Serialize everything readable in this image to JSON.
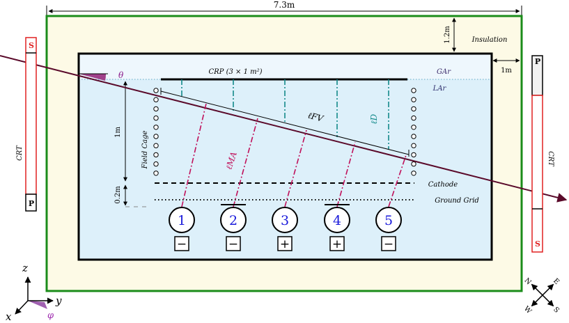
{
  "dimensions": {
    "total_width": "7.3m",
    "insulation_thickness": "1.2m",
    "side_gap": "1m",
    "drift_length": "1m",
    "grid_gap": "0.2m"
  },
  "labels": {
    "insulation": "Insulation",
    "crp": "CRP (3 × 1 m²)",
    "gar": "GAr",
    "lar": "LAr",
    "field_cage": "Field Cage",
    "cathode": "Cathode",
    "ground_grid": "Ground Grid",
    "crt_left": "CRT",
    "crt_right": "CRT",
    "theta": "θ",
    "l_fv": "ℓFV",
    "l_ma": "ℓMA",
    "l_d": "ℓD"
  },
  "crt": {
    "left_top": "S",
    "left_bottom": "P",
    "right_top": "P",
    "right_bottom": "S"
  },
  "pmts": [
    {
      "number": "1",
      "sign": "−"
    },
    {
      "number": "2",
      "sign": "−"
    },
    {
      "number": "3",
      "sign": "+"
    },
    {
      "number": "4",
      "sign": "+"
    },
    {
      "number": "5",
      "sign": "−"
    }
  ],
  "axes": {
    "z": "z",
    "y": "y",
    "x": "x",
    "phi": "φ"
  },
  "compass": {
    "e": "E",
    "s": "S",
    "n": "N",
    "w": "W"
  },
  "colors": {
    "insulation_border": "#1a8c1a",
    "insulation_fill": "#fdfae6",
    "gar_fill": "#eef7fd",
    "lar_fill": "#ddf0fa",
    "track": "#5a0a2a",
    "ma_line": "#c0105a",
    "drift_line": "#138a8a",
    "pmt_text": "#1a1adb",
    "crt_red": "#e02020",
    "theta": "#8a1a8a"
  }
}
